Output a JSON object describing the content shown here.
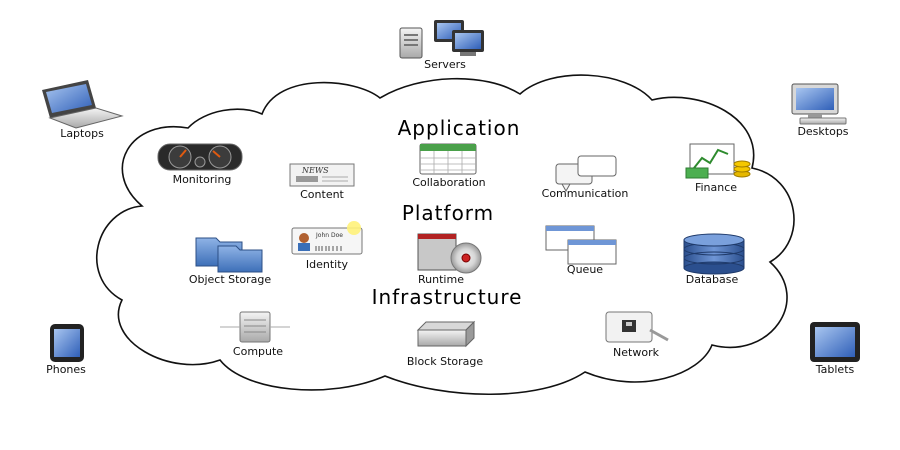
{
  "layers": {
    "application": "Application",
    "platform": "Platform",
    "infrastructure": "Infrastructure"
  },
  "devices": {
    "servers": "Servers",
    "laptops": "Laptops",
    "desktops": "Desktops",
    "phones": "Phones",
    "tablets": "Tablets"
  },
  "services": {
    "monitoring": "Monitoring",
    "content": "Content",
    "collaboration": "Collaboration",
    "communication": "Communication",
    "finance": "Finance",
    "object_storage": "Object Storage",
    "identity": "Identity",
    "runtime": "Runtime",
    "queue": "Queue",
    "database": "Database",
    "compute": "Compute",
    "block_storage": "Block Storage",
    "network": "Network"
  },
  "icon_text": {
    "news": "NEWS",
    "john_doe": "John Doe"
  }
}
